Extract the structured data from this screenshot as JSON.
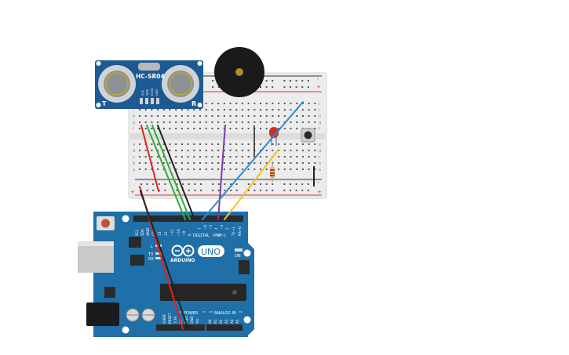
{
  "sensor": {
    "label": "HC-SR04",
    "pins": [
      "VCC",
      "TRIG",
      "ECHO",
      "GND"
    ],
    "side_left": "T",
    "side_right": "R"
  },
  "breadboard": {
    "row_letters_top": [
      "j",
      "i",
      "h",
      "g",
      "f"
    ],
    "row_letters_bottom": [
      "e",
      "d",
      "c",
      "b",
      "a"
    ],
    "plus": "+",
    "minus": "-"
  },
  "arduino": {
    "digital_label": "DIGITAL (PWM~)",
    "brand": "ARDUINO",
    "model": "UNO",
    "on_label": "ON",
    "tx_label": "TX",
    "rx_label": "RX",
    "l_label": "L",
    "power_label": "POWER",
    "analog_label": "ANALOG IN",
    "top_pins": [
      "SCL",
      "SDA",
      "AREF",
      "GND",
      "13",
      "12",
      "~11",
      "~10",
      "~9",
      "8",
      "7",
      "~6",
      "~5",
      "4",
      "~3",
      "2",
      "TX→1",
      "RX←0"
    ],
    "bottom_power_pins": [
      "IOREF",
      "RESET",
      "3.3V",
      "5V",
      "GND",
      "GND",
      "Vin"
    ],
    "bottom_analog_pins": [
      "A0",
      "A1",
      "A2",
      "A3",
      "A4",
      "A5"
    ]
  },
  "colors": {
    "board_blue": "#1f6fa8",
    "sensor_blue": "#1d5a93",
    "wire_red": "#e0241b",
    "wire_green": "#34a83a",
    "wire_black": "#222222",
    "wire_purple": "#7a3aa8",
    "wire_blue": "#2a8fd0",
    "wire_yellow": "#f2c21f",
    "buzzer": "#1a1a1a",
    "led": "#c8302a"
  }
}
